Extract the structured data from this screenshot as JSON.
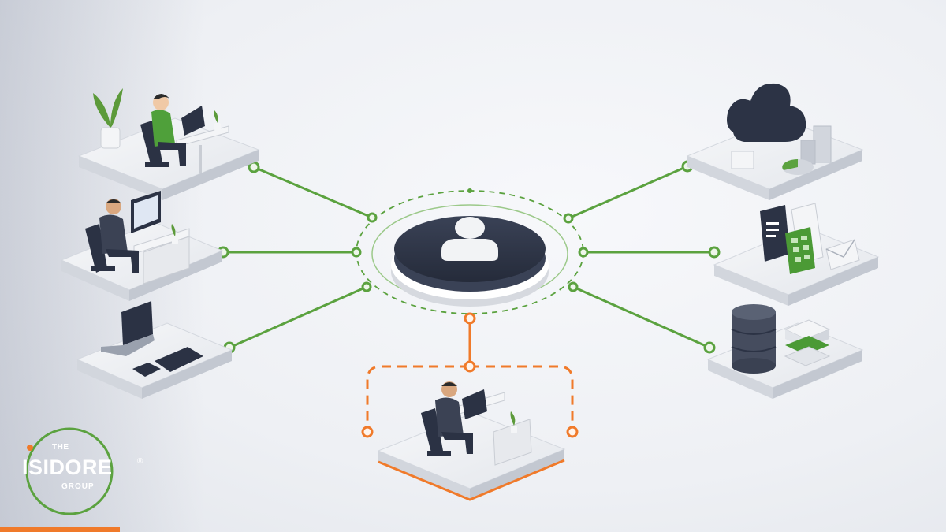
{
  "logo": {
    "line1": "THE",
    "line2": "ISIDORE",
    "line3": "GROUP",
    "mark": "®"
  },
  "colors": {
    "green": "#5ba23f",
    "orange": "#f07a2a",
    "hub": "#2c3345",
    "platform": "#e9ebef"
  },
  "nodes": [
    {
      "id": "employee-green-shirt",
      "icon": "person-at-laptop-icon"
    },
    {
      "id": "employee-desktop",
      "icon": "person-at-desktop-icon"
    },
    {
      "id": "devices",
      "icon": "laptop-tablet-phone-icon"
    },
    {
      "id": "cloud-analytics",
      "icon": "cloud-chart-icon"
    },
    {
      "id": "documents",
      "icon": "documents-spreadsheet-mail-icon"
    },
    {
      "id": "database",
      "icon": "database-server-icon"
    },
    {
      "id": "highlighted-employee",
      "icon": "person-at-desk-icon"
    }
  ],
  "hub": {
    "icon": "user-icon"
  }
}
